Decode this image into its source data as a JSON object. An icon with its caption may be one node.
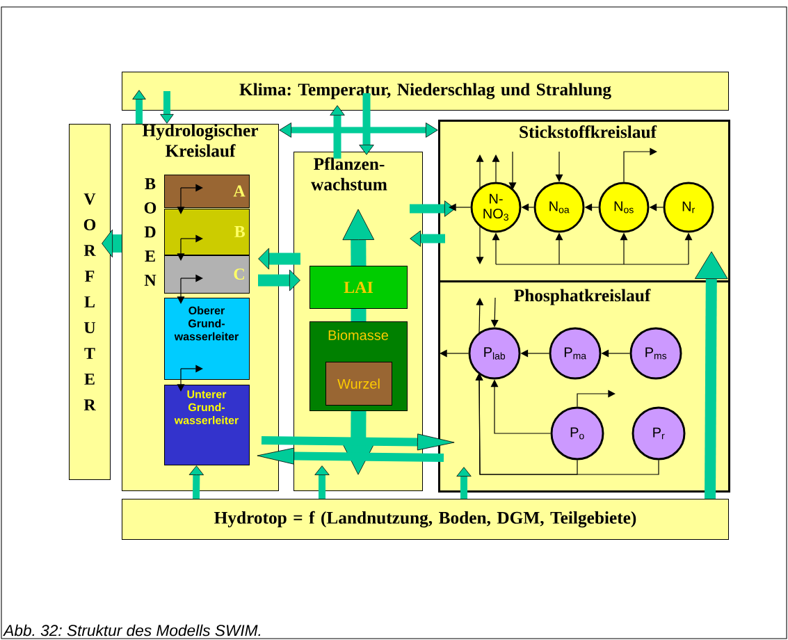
{
  "diagram": {
    "caption": "Abb. 32: Struktur des Modells SWIM.",
    "nodes": [
      {
        "text": [
          "Klima: Temperatur, Niederschlag und Strahlung"
        ]
      },
      {
        "text": [
          "V O R F L U T E R"
        ]
      },
      {
        "text": [
          "Hydrologischer Kreislauf"
        ]
      },
      {
        "text": [
          "A"
        ],
        "in": 2
      },
      {
        "text": [
          "B"
        ],
        "in": 2
      },
      {
        "text": [
          "C"
        ],
        "in": 2
      },
      {
        "text": [
          "Oberer Grund- wasserleiter"
        ],
        "in": 2
      },
      {
        "text": [
          "Unterer Grund- wasserleiter"
        ],
        "in": 2
      },
      {
        "text": [
          "Pflanzen- wachstum"
        ]
      },
      {
        "text": [
          "LAI"
        ],
        "in": 8
      },
      {
        "text": [
          "Biomasse"
        ],
        "in": 8
      },
      {
        "text": [
          "Wurzel"
        ],
        "in": 10
      },
      {
        "text": [
          "Stickstoffkreislauf"
        ]
      },
      {
        "text": [
          "N- NO$_{3}$"
        ],
        "in": 12
      },
      {
        "text": [
          "N$_{oa}$"
        ],
        "in": 12
      },
      {
        "text": [
          "N$_{os}$"
        ],
        "in": 12
      },
      {
        "text": [
          "N$_{r}$"
        ],
        "in": 12
      },
      {
        "text": [
          "Phosphatkreislauf"
        ]
      },
      {
        "text": [
          "P$_{lab}$"
        ],
        "in": 17
      },
      {
        "text": [
          "P$_{ma}$"
        ],
        "in": 17
      },
      {
        "text": [
          "P$_{ms}$"
        ],
        "in": 17
      },
      {
        "text": [
          "P$_{o}$"
        ],
        "in": 17
      },
      {
        "text": [
          "P$_{r}$"
        ],
        "in": 17
      },
      {
        "text": [
          "Hydrotop = f (Landnutzung, Boden, DGM, Teilgebiete)"
        ]
      }
    ],
    "edges": [
      {
        "from": 2,
        "to": 0,
        "arrow": "to",
        "style": "thick",
        "color": "#00cc99"
      },
      {
        "from": 0,
        "to": 2,
        "arrow": "to",
        "style": "thick",
        "color": "#00cc99"
      },
      {
        "from": 2,
        "to": 12,
        "arrow": "both",
        "style": "thick",
        "color": "#00cc99"
      },
      {
        "from": 8,
        "to": 0,
        "arrow": "to",
        "style": "thick",
        "color": "#00cc99"
      },
      {
        "from": 0,
        "to": 8,
        "arrow": "to",
        "style": "thick",
        "color": "#00cc99"
      },
      {
        "from": 2,
        "to": 1,
        "arrow": "to",
        "style": "thick",
        "color": "#00cc99"
      },
      {
        "from": 8,
        "to": 12,
        "arrow": "to",
        "style": "thick",
        "color": "#00cc99"
      },
      {
        "from": 12,
        "to": 8,
        "arrow": "to",
        "style": "thick",
        "color": "#00cc99"
      },
      {
        "from": 8,
        "to": 2,
        "arrow": "to",
        "style": "thick",
        "color": "#00cc99"
      },
      {
        "from": 5,
        "to": 8,
        "arrow": "to",
        "style": "thick",
        "color": "#00cc99"
      },
      {
        "from": 9,
        "to": null,
        "arrow": "to",
        "style": "thick",
        "color": "#00cc99"
      },
      {
        "from": 10,
        "to": 9,
        "arrow": "none",
        "style": "thick",
        "color": "#00cc99"
      },
      {
        "from": 10,
        "to": null,
        "arrow": "to",
        "style": "thick",
        "color": "#00cc99"
      },
      {
        "from": 7,
        "to": 17,
        "arrow": "to",
        "style": "thick",
        "color": "#00cc99"
      },
      {
        "from": 17,
        "to": 7,
        "arrow": "to",
        "style": "thick",
        "color": "#00cc99"
      },
      {
        "from": 23,
        "to": 7,
        "arrow": "to",
        "style": "thick",
        "color": "#00cc99"
      },
      {
        "from": 23,
        "to": 8,
        "arrow": "to",
        "style": "thick",
        "color": "#00cc99"
      },
      {
        "from": 23,
        "to": 17,
        "arrow": "to",
        "style": "thick",
        "color": "#00cc99"
      },
      {
        "from": 23,
        "to": 12,
        "arrow": "to",
        "style": "thick",
        "color": "#00cc99"
      },
      {
        "from": 14,
        "to": 13,
        "arrow": "to"
      },
      {
        "from": 15,
        "to": 14,
        "arrow": "to"
      },
      {
        "from": 16,
        "to": 15,
        "arrow": "to"
      },
      {
        "from": 13,
        "to": null,
        "arrow": "to"
      },
      {
        "from": 13,
        "to": null,
        "arrow": "to"
      },
      {
        "from": 13,
        "to": null,
        "arrow": "to"
      },
      {
        "from": null,
        "to": 13,
        "arrow": "to"
      },
      {
        "from": null,
        "to": 14,
        "arrow": "to"
      },
      {
        "from": 15,
        "to": null,
        "arrow": "to"
      },
      {
        "from": 13,
        "to": null,
        "arrow": "to"
      },
      {
        "from": null,
        "to": 13,
        "arrow": "to"
      },
      {
        "from": null,
        "to": 14,
        "arrow": "to"
      },
      {
        "from": null,
        "to": 15,
        "arrow": "to"
      },
      {
        "from": null,
        "to": 16,
        "arrow": "to"
      },
      {
        "from": 19,
        "to": 18,
        "arrow": "to"
      },
      {
        "from": 20,
        "to": 19,
        "arrow": "to"
      },
      {
        "from": 18,
        "to": null,
        "arrow": "to"
      },
      {
        "from": 18,
        "to": null,
        "arrow": "to"
      },
      {
        "from": null,
        "to": 18,
        "arrow": "to"
      },
      {
        "from": 21,
        "to": 18,
        "arrow": "to"
      },
      {
        "from": 21,
        "to": null,
        "arrow": "to"
      },
      {
        "from": 21,
        "to": 18,
        "arrow": "to"
      },
      {
        "from": 22,
        "to": 18,
        "arrow": "to"
      },
      {
        "from": 3,
        "to": 4,
        "arrow": "to"
      },
      {
        "from": 3,
        "to": null,
        "arrow": "to"
      },
      {
        "from": 4,
        "to": 5,
        "arrow": "to"
      },
      {
        "from": 4,
        "to": null,
        "arrow": "to"
      },
      {
        "from": 5,
        "to": 6,
        "arrow": "to"
      },
      {
        "from": 5,
        "to": null,
        "arrow": "to"
      },
      {
        "from": 6,
        "to": 7,
        "arrow": "to"
      },
      {
        "from": 6,
        "to": null,
        "arrow": "to"
      }
    ],
    "labels": [
      "B O D E N"
    ]
  }
}
